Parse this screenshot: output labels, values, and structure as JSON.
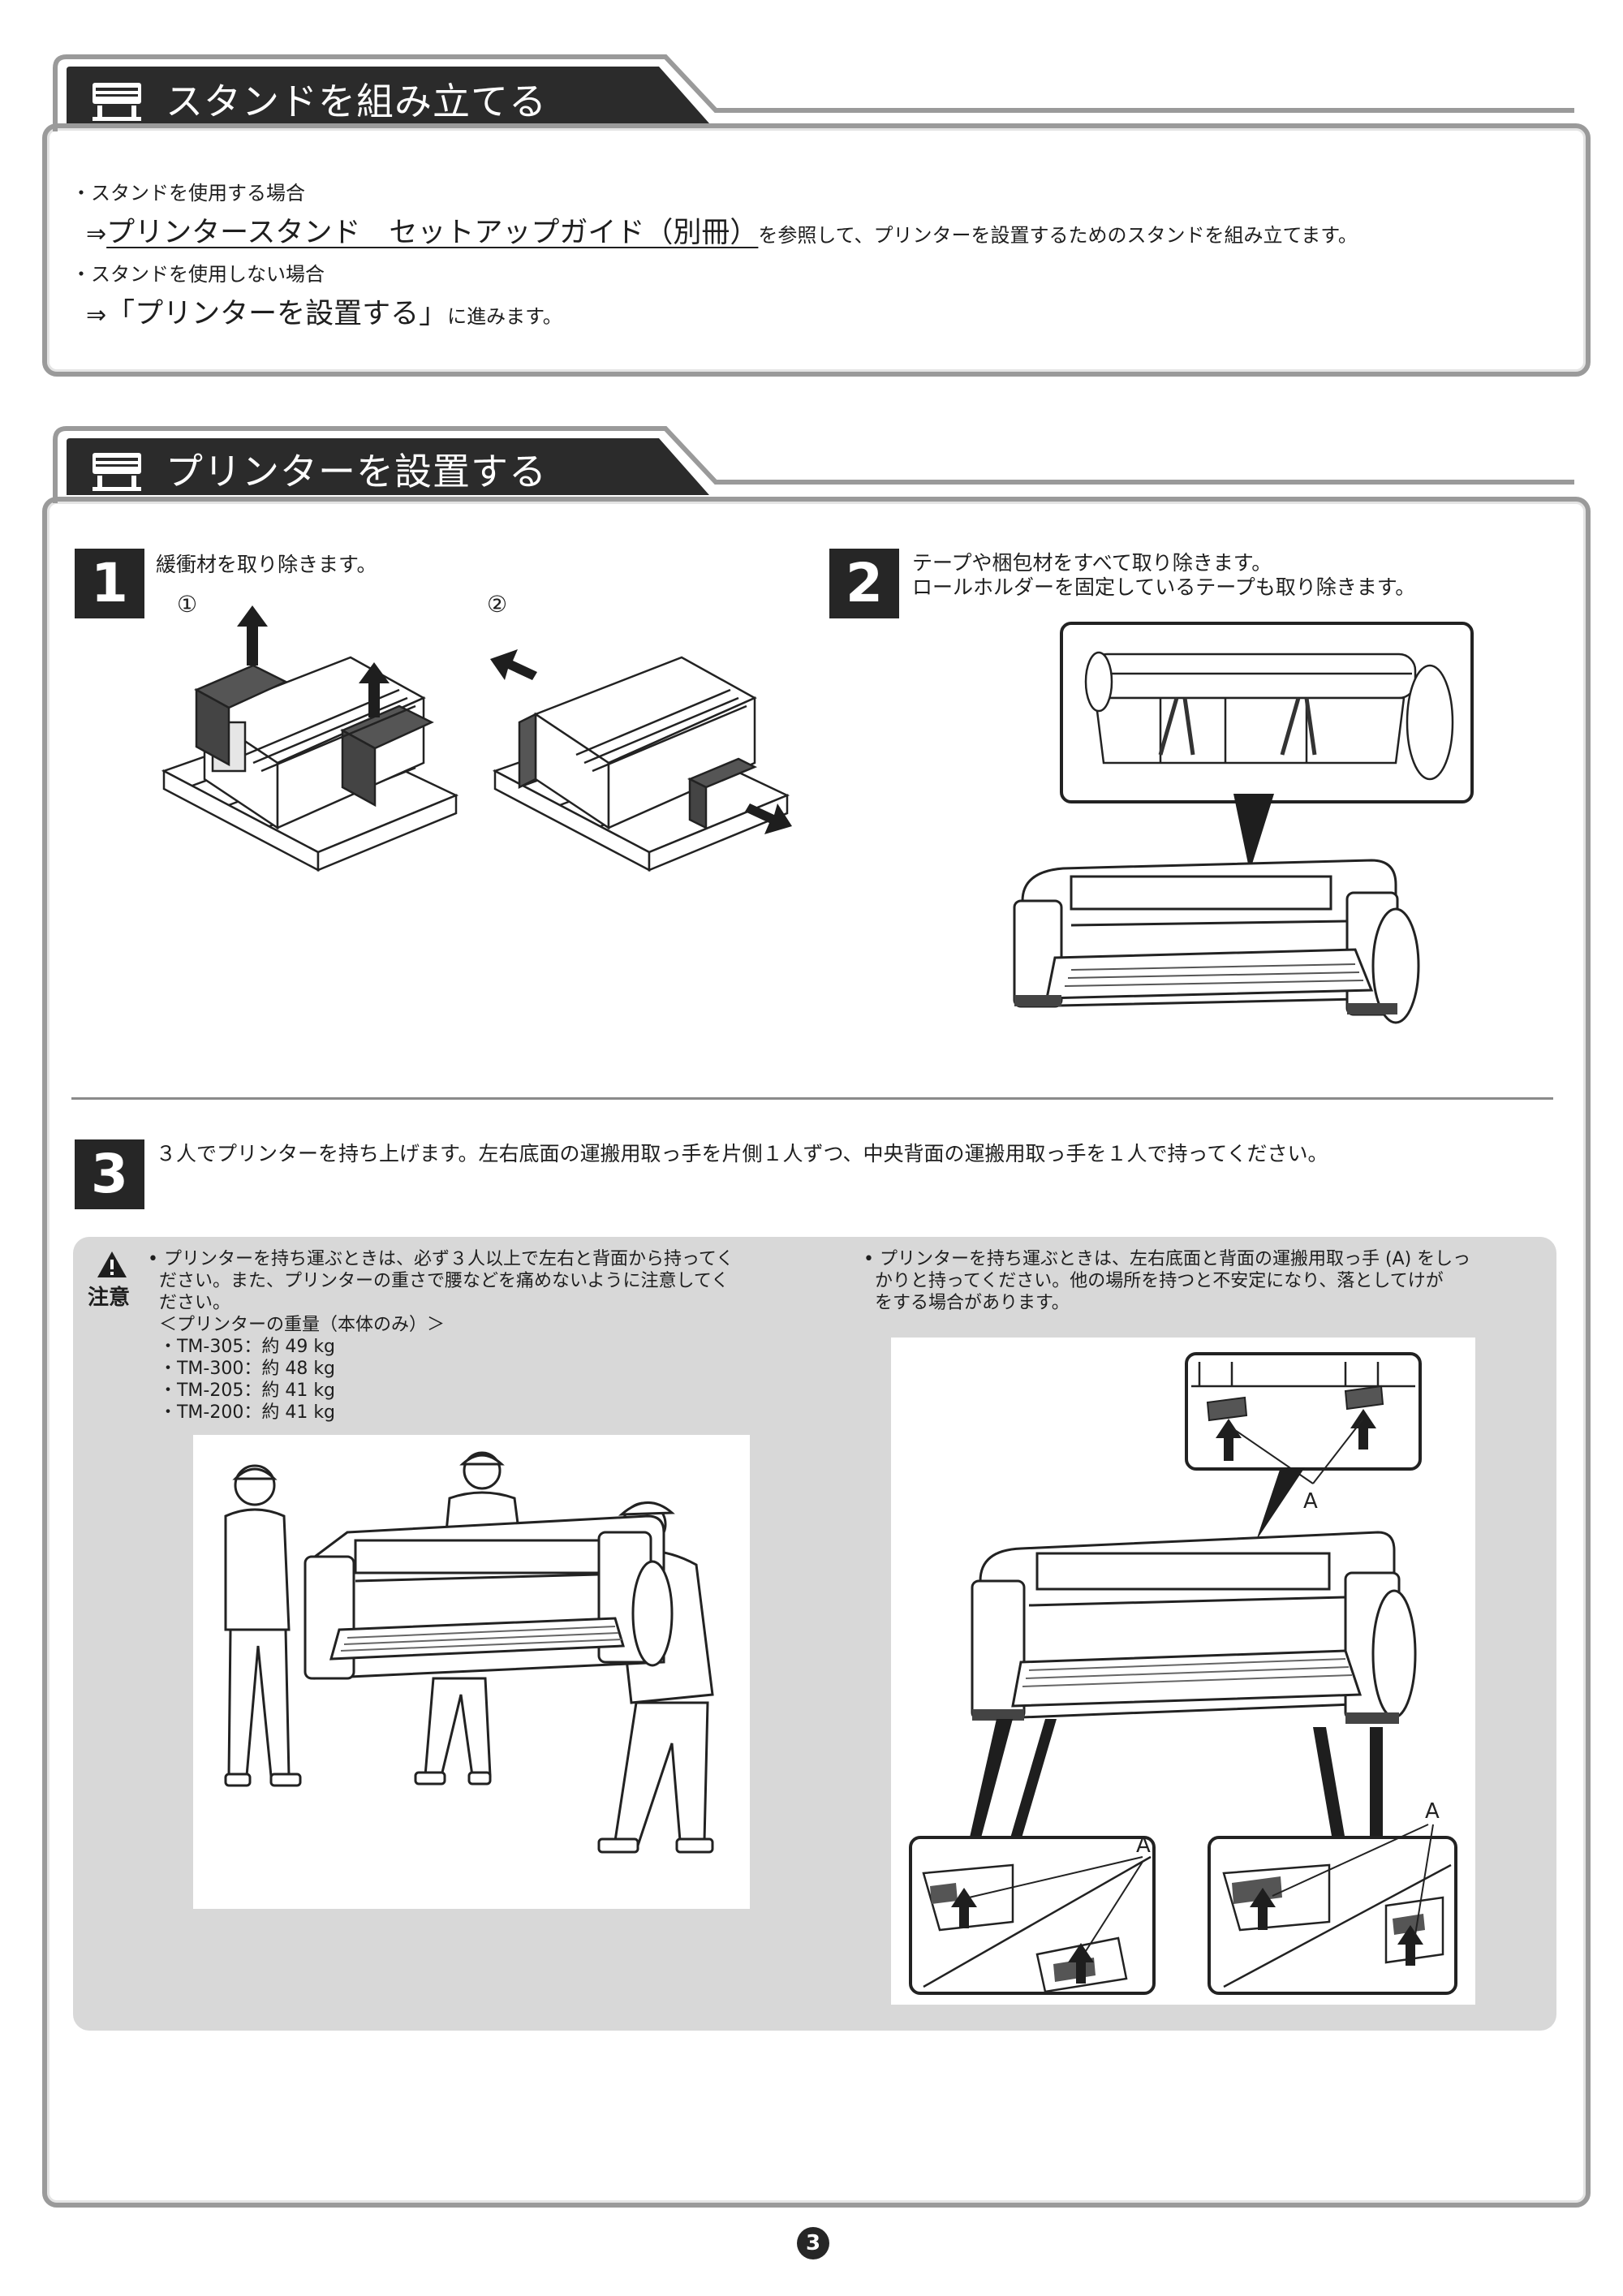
{
  "section1": {
    "title": "スタンドを組み立てる",
    "lines": [
      {
        "bullet": "・スタンドを使用する場合"
      },
      {
        "arrow": "⇒",
        "link": "プリンタースタンド　セットアップガイド（別冊）",
        "rest": "を参照して、プリンターを設置するためのスタンドを組み立てます。"
      },
      {
        "bullet": "・スタンドを使用しない場合"
      },
      {
        "arrow": "⇒",
        "link": "「プリンターを設置する」",
        "rest": "に進みます。"
      }
    ]
  },
  "section2": {
    "title": "プリンターを設置する",
    "step1": {
      "number": "1",
      "text": "緩衝材を取り除きます。",
      "sub1": "①",
      "sub2": "②"
    },
    "step2": {
      "number": "2",
      "line1": "テープや梱包材をすべて取り除きます。",
      "line2": "ロールホルダーを固定しているテープも取り除きます。"
    },
    "step3": {
      "number": "3",
      "text": "３人でプリンターを持ち上げます。左右底面の運搬用取っ手を片側１人ずつ、中央背面の運搬用取っ手を１人で持ってください。"
    },
    "caution": {
      "label": "注意",
      "left_lines": [
        "• プリンターを持ち運ぶときは、必ず３人以上で左右と背面から持ってく",
        "  ださい。また、プリンターの重さで腰などを痛めないように注意してく",
        "  ださい。",
        "  ＜プリンターの重量（本体のみ）＞",
        "  ・TM-305：約 49 kg",
        "  ・TM-300：約 48 kg",
        "  ・TM-205：約 41 kg",
        "  ・TM-200：約 41 kg"
      ],
      "right_lines": [
        "• プリンターを持ち運ぶときは、左右底面と背面の運搬用取っ手 (A) をしっ",
        "  かりと持ってください。他の場所を持つと不安定になり、落としてけが",
        "  をする場合があります。"
      ],
      "label_a": "A"
    }
  },
  "page_number": "3"
}
